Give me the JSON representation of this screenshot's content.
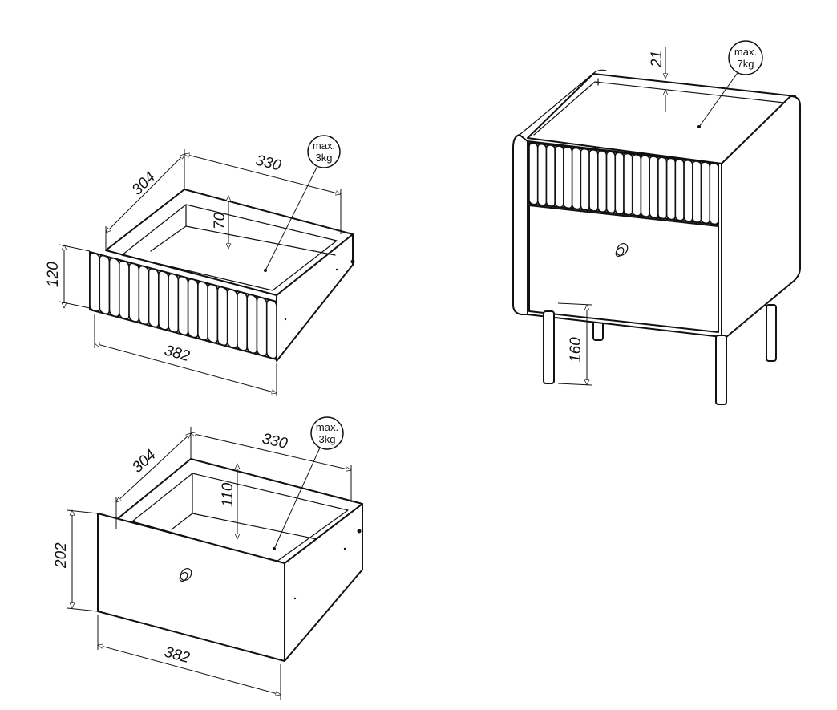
{
  "drawer_ribbed": {
    "width": "382",
    "depth": "304",
    "inner_width": "330",
    "height": "120",
    "inner_height": "70",
    "max_load": {
      "line1": "max.",
      "line2": "3kg"
    }
  },
  "drawer_plain": {
    "width": "382",
    "depth": "304",
    "inner_width": "330",
    "height": "202",
    "inner_height": "110",
    "max_load": {
      "line1": "max.",
      "line2": "3kg"
    }
  },
  "nightstand": {
    "top_recess": "21",
    "leg_height": "160",
    "max_load": {
      "line1": "max.",
      "line2": "7kg"
    }
  }
}
